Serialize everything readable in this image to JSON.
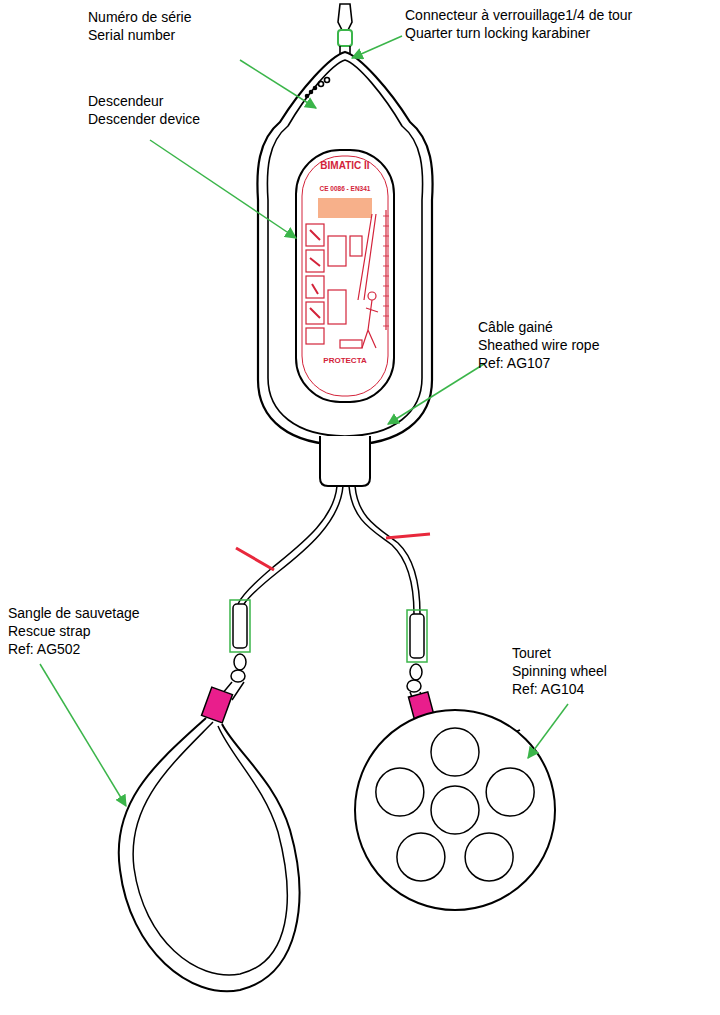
{
  "diagram": {
    "labels": [
      "Numéro de série",
      "Serial number",
      "Connecteur à verrouillage1/4 de tour",
      "Quarter turn locking karabiner",
      "Descendeur",
      "Descender device",
      "Câble gainé",
      "Sheathed wire rope",
      "Ref: AG107",
      "Sangle de sauvetage",
      "Rescue strap",
      "Ref: AG502",
      "Touret",
      "Spinning wheel",
      "Ref: AG104",
      "BIMATIC II",
      "CE 0086 - EN341",
      "PROTECTA"
    ]
  }
}
